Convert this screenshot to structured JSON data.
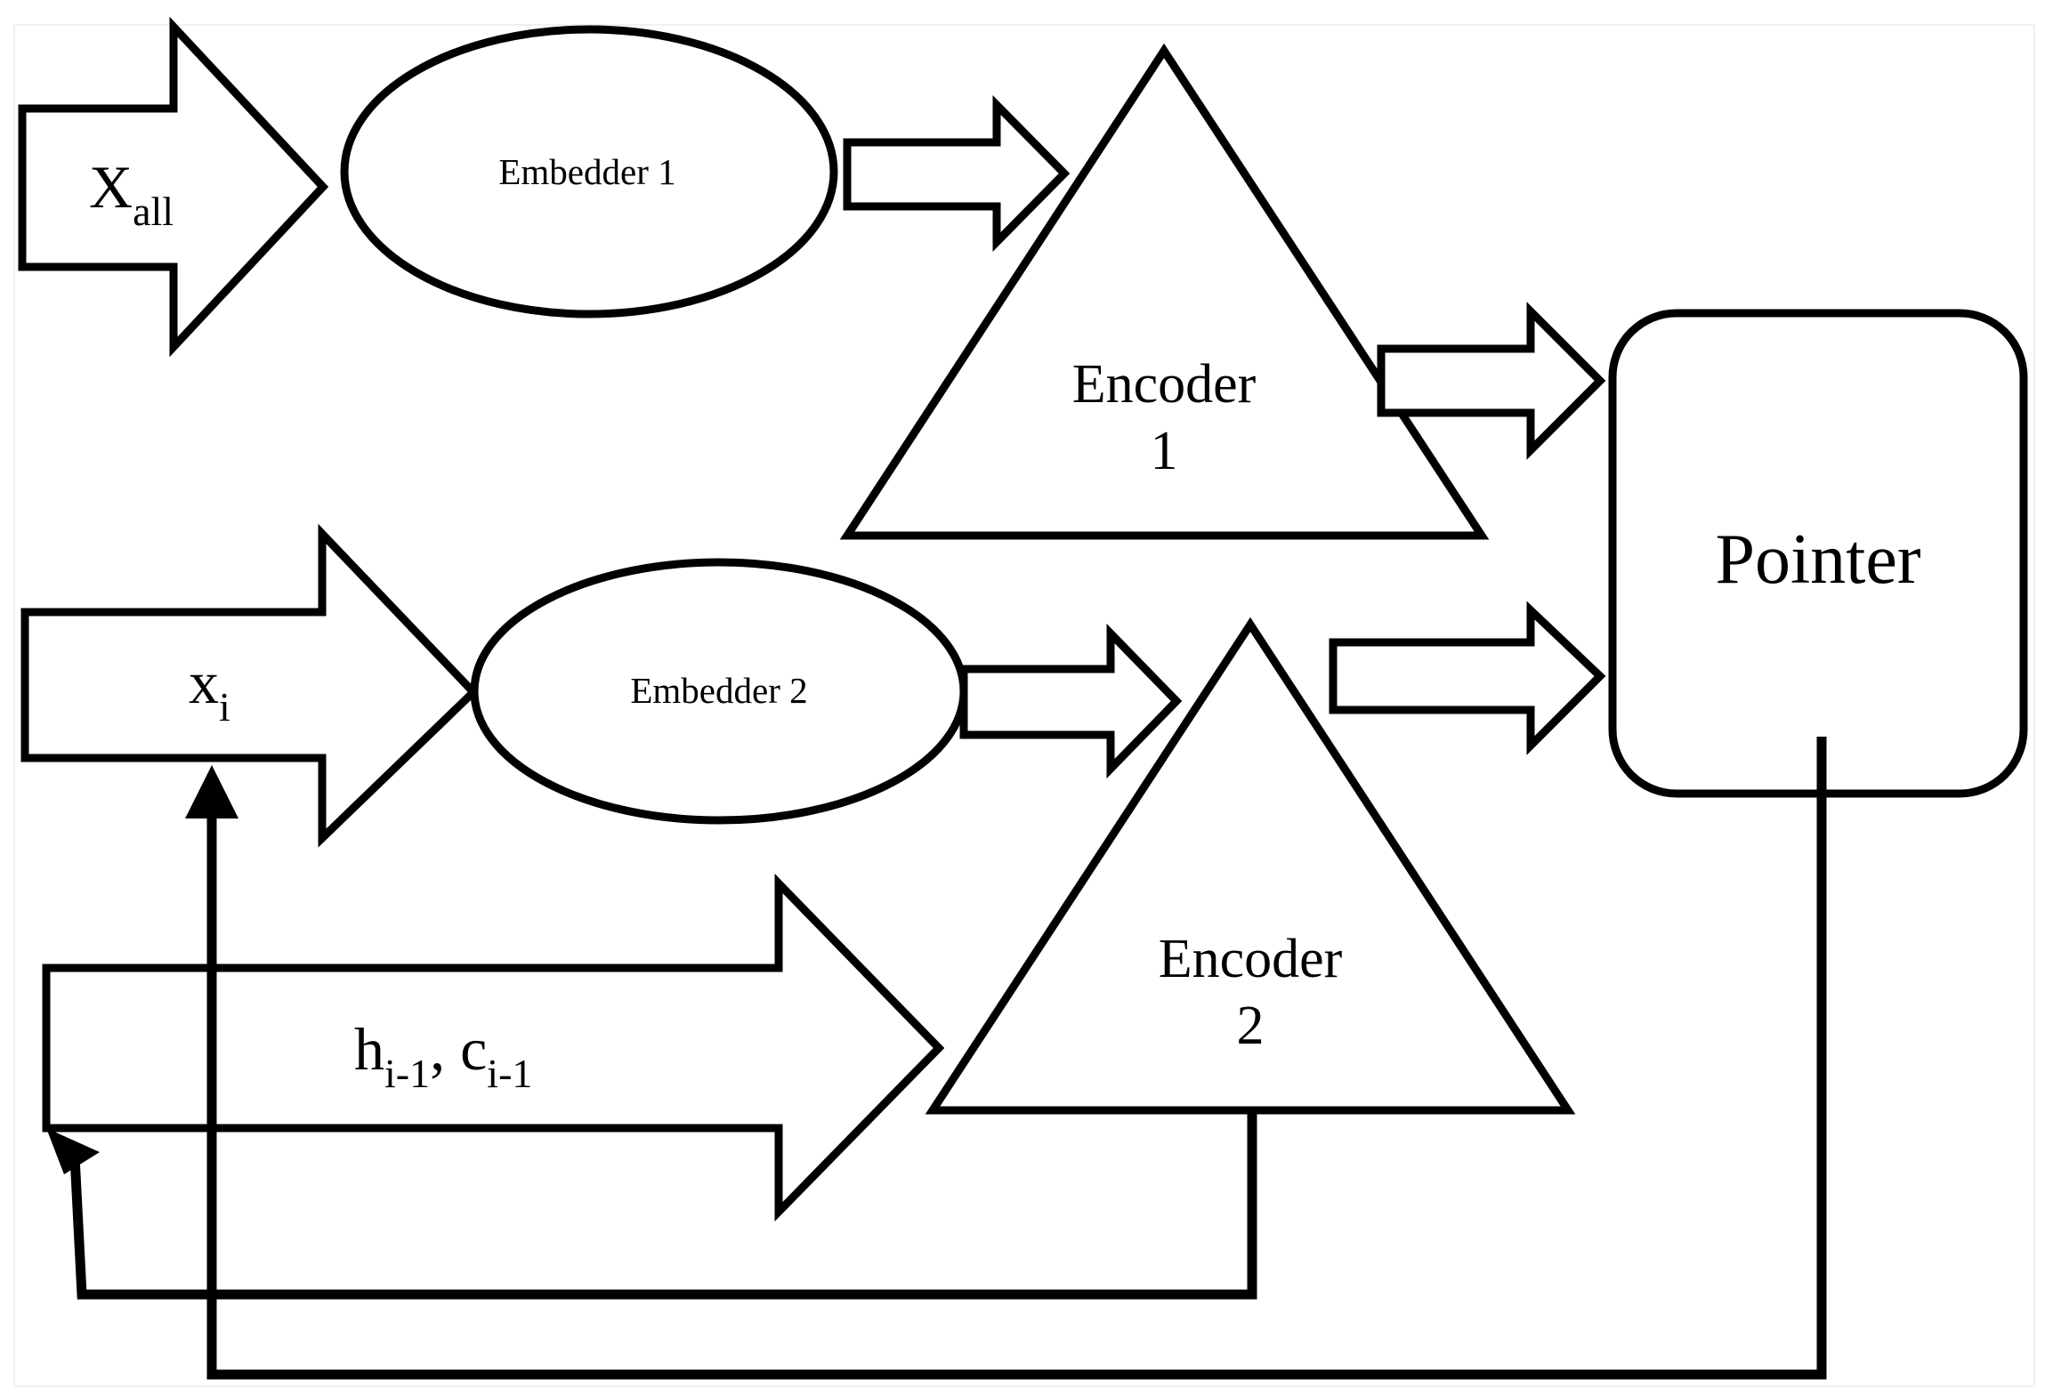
{
  "colors": {
    "stroke": "#000000",
    "fill": "#ffffff"
  },
  "inputs": {
    "x_all": {
      "base": "X",
      "sub": "all"
    },
    "x_i": {
      "base": "x",
      "sub": "i"
    },
    "state": {
      "h_base": "h",
      "h_sub": "i-1",
      "separator": ", ",
      "c_base": "c",
      "c_sub": "i-1"
    }
  },
  "embedders": {
    "first": "Embedder 1",
    "second": "Embedder 2"
  },
  "encoders": {
    "first": {
      "line1": "Encoder",
      "line2": "1"
    },
    "second": {
      "line1": "Encoder",
      "line2": "2"
    }
  },
  "pointer": {
    "label": "Pointer"
  }
}
